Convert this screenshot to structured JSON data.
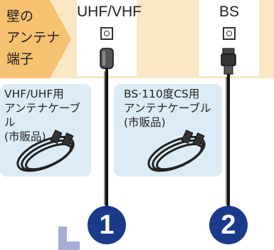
{
  "wall": {
    "label": "壁の\nアンテナ\n端子"
  },
  "terminals": [
    {
      "label": "UHF/VHF"
    },
    {
      "label": "BS"
    }
  ],
  "cards": [
    {
      "text": "VHF/UHF用\nアンテナケーブル\n(市販品)"
    },
    {
      "text": "BS·110度CS用\nアンテナケーブル\n(市販品)"
    }
  ],
  "badges": [
    {
      "number": "1"
    },
    {
      "number": "2"
    }
  ],
  "colors": {
    "wall_band": "#fae8c4",
    "wall_tag": "#f6c170",
    "card": "#dcecf6",
    "badge": "#1b3a8c",
    "bracket": "#a9aed8"
  }
}
